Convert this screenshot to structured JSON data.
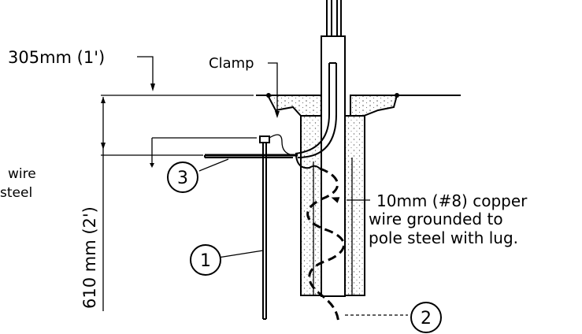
{
  "labels": {
    "top_dimension": "305mm (1')",
    "clamp": "Clamp",
    "wire_left_line1": "wire",
    "wire_left_line2": "steel",
    "vertical_dimension": "610 mm (2')",
    "copper_line1": "10mm (#8) copper",
    "copper_line2": "wire grounded to",
    "copper_line3": "pole steel with lug."
  },
  "callouts": {
    "one": "1",
    "two": "2",
    "three": "3"
  }
}
